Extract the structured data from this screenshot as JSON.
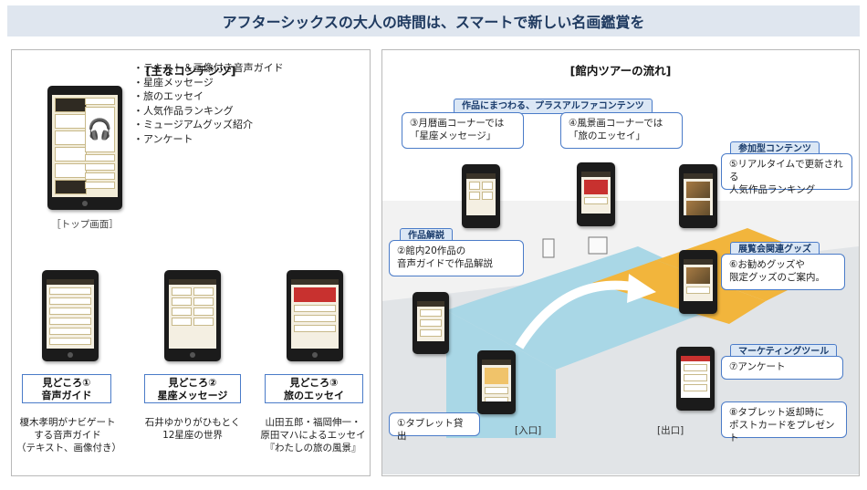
{
  "title": "アフターシックスの大人の時間は、スマートで新しい名画鑑賞を",
  "left_panel": {
    "heading": "[主なコンテンツ]",
    "contents": [
      "テキスト＆画像付き音声ガイド",
      "星座メッセージ",
      "旅のエッセイ",
      "人気作品ランキング",
      "ミュージアムグッズ紹介",
      "アンケート"
    ],
    "top_caption": "［トップ画面］",
    "highlights": [
      {
        "title": "見どころ①",
        "subtitle": "音声ガイド",
        "desc": [
          "榎木孝明がナビゲート",
          "する音声ガイド",
          "（テキスト、画像付き）"
        ]
      },
      {
        "title": "見どころ②",
        "subtitle": "星座メッセージ",
        "desc": [
          "石井ゆかりがひもとく",
          "12星座の世界"
        ]
      },
      {
        "title": "見どころ③",
        "subtitle": "旅のエッセイ",
        "desc": [
          "山田五郎・福岡伸一・",
          "原田マハによるエッセイ",
          "『わたしの旅の風景』"
        ]
      }
    ]
  },
  "right_panel": {
    "heading": "[館内ツアーの流れ]",
    "tag_plus": "作品にまつわる、プラスアルファコンテンツ",
    "callout_3": [
      "③月暦画コーナーでは",
      "「星座メッセージ」"
    ],
    "callout_4": [
      "④風景画コーナーでは",
      "「旅のエッセイ」"
    ],
    "tag_participation": "参加型コンテンツ",
    "callout_5": [
      "⑤リアルタイムで更新される",
      "人気作品ランキング"
    ],
    "tag_commentary": "作品解説",
    "callout_2": [
      "②館内20作品の",
      "音声ガイドで作品解説"
    ],
    "tag_goods": "展覧会関連グッズ",
    "callout_6": [
      "⑥お勧めグッズや",
      "限定グッズのご案内。"
    ],
    "tag_marketing": "マーケティングツール",
    "callout_7": "⑦アンケート",
    "callout_8": [
      "⑧タブレット返却時に",
      "ポストカードをプレゼント"
    ],
    "callout_1": "①タブレット貸出",
    "entrance": "[入口]",
    "exit": "[出口]"
  },
  "colors": {
    "accent": "#4a7bc8",
    "title_bg": "#dfe6ef",
    "path_blue": "#a9d7e6",
    "path_yellow": "#f2b53c"
  }
}
